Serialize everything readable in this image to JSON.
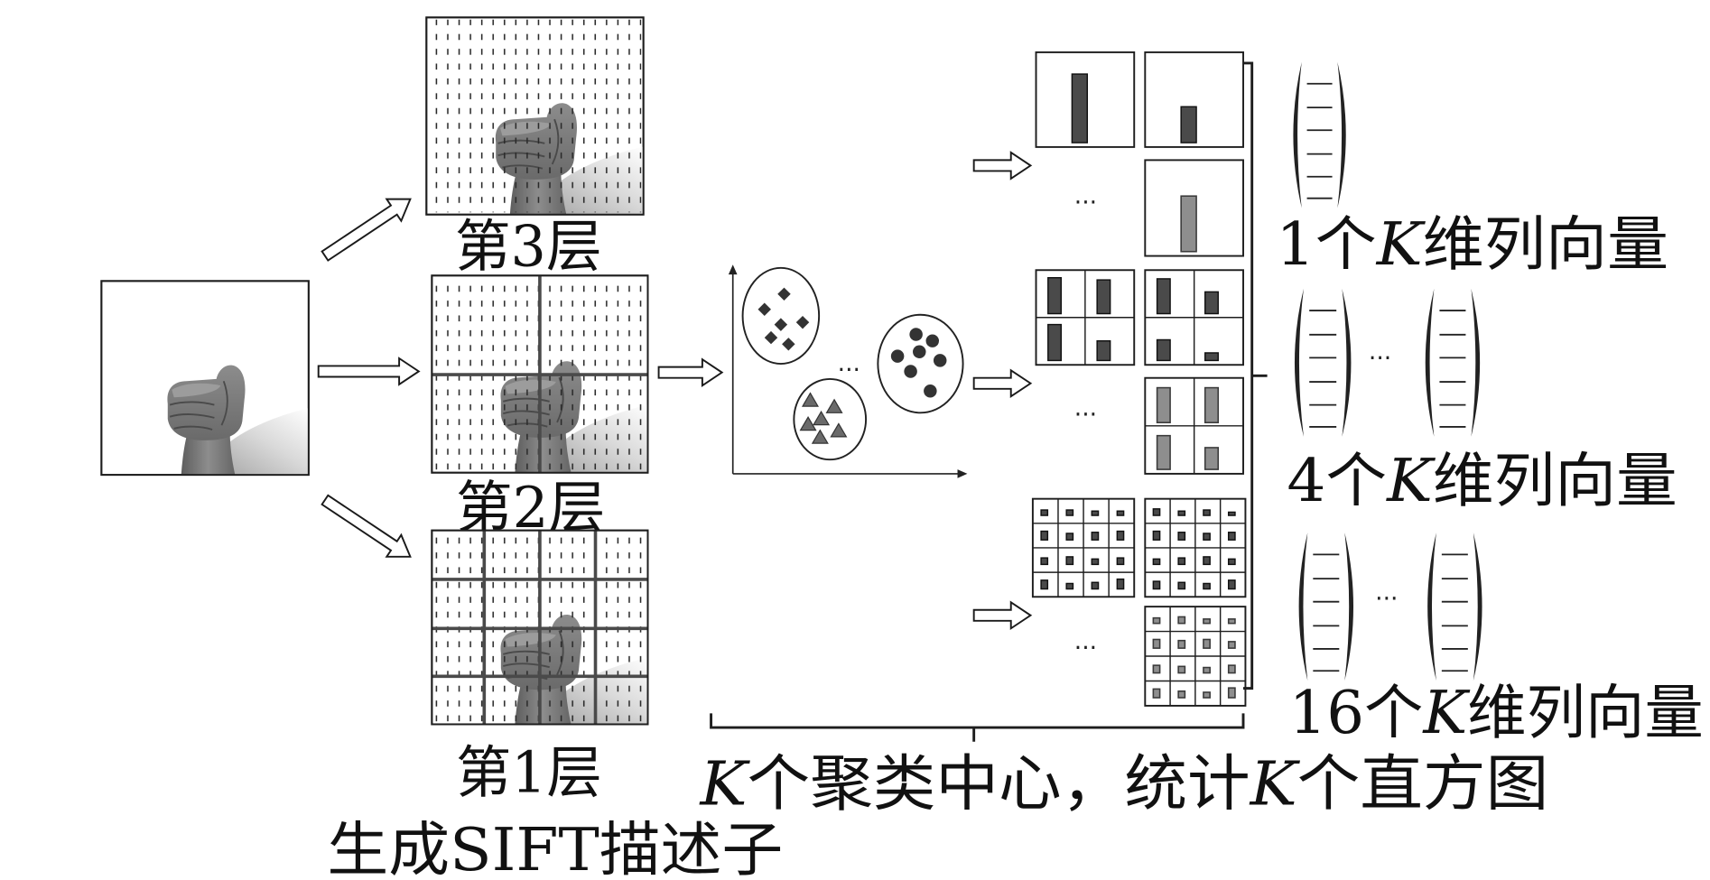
{
  "layers": {
    "layer3": "第3层",
    "layer2": "第2层",
    "layer1": "第1层"
  },
  "sift_caption": "生成SIFT描述子",
  "cluster_caption": {
    "k_first": "K",
    "text_first": "个聚类中心，统计",
    "k_second": "K",
    "text_second": "个直方图"
  },
  "vector_labels": [
    {
      "count": "1个",
      "k": "K",
      "unit": "维列向量"
    },
    {
      "count": "4个",
      "k": "K",
      "unit": "维列向量"
    },
    {
      "count": "16个",
      "k": "K",
      "unit": "维列向量"
    }
  ],
  "ellipsis": "···"
}
